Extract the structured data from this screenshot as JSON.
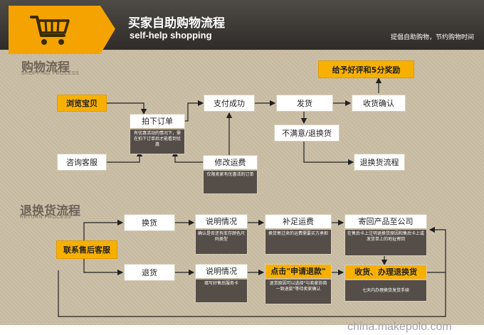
{
  "header": {
    "title_cn": "买家自助购物流程",
    "title_en": "self-help shopping",
    "slogan": "提倡自助购物，节约购物时间"
  },
  "colors": {
    "accent": "#f8b000",
    "header_bg": "#3a3632",
    "page_bg": "#c9bda3",
    "note_bg": "#554d47"
  },
  "shopping": {
    "title_cn": "购物流程",
    "title_en": "SHOPPING PROCESS",
    "browse": "浏览宝贝",
    "consult": "咨询客服",
    "place_order": "拍下订单",
    "place_order_note": "有优惠活动的情况下，需在拍下订单后才能看到优惠",
    "pay_success": "支付成功",
    "modify_shipping": "修改运费",
    "modify_shipping_note": "仅限卖家有优惠活的订单",
    "ship": "发货",
    "unsatisfied": "不满意/退换货",
    "confirm_receipt": "收货确认",
    "praise": "给予好评和5分奖励",
    "return_process": "退换货流程"
  },
  "returns": {
    "title_cn": "退换货流程",
    "title_en": "RETURN PROCESS",
    "contact_service": "联系售后客服",
    "exchange": "换货",
    "refund": "退货",
    "explain_1": "说明情况",
    "explain_1_note": "确认是否还有库存颜色尺码类型",
    "explain_2": "说明情况",
    "explain_2_note": "填写好售后服务卡",
    "add_shipping": "补足运费",
    "add_shipping_note": "换货寄过来的运费需要买方承担",
    "apply_refund": "点击\"申请退款\"",
    "apply_refund_note": "退货原因可以选择\"与卖家协商一致退款\"等待卖家确认",
    "send_back": "寄回产品至公司",
    "send_back_note": "在售后卡上注明退换货原因和售后卡上或发货单上的地址寄回",
    "receive_refund": "收货、办理退换货",
    "receive_refund_note": "七天内办理换货发货手续"
  },
  "watermark": "china.makepolo.com"
}
